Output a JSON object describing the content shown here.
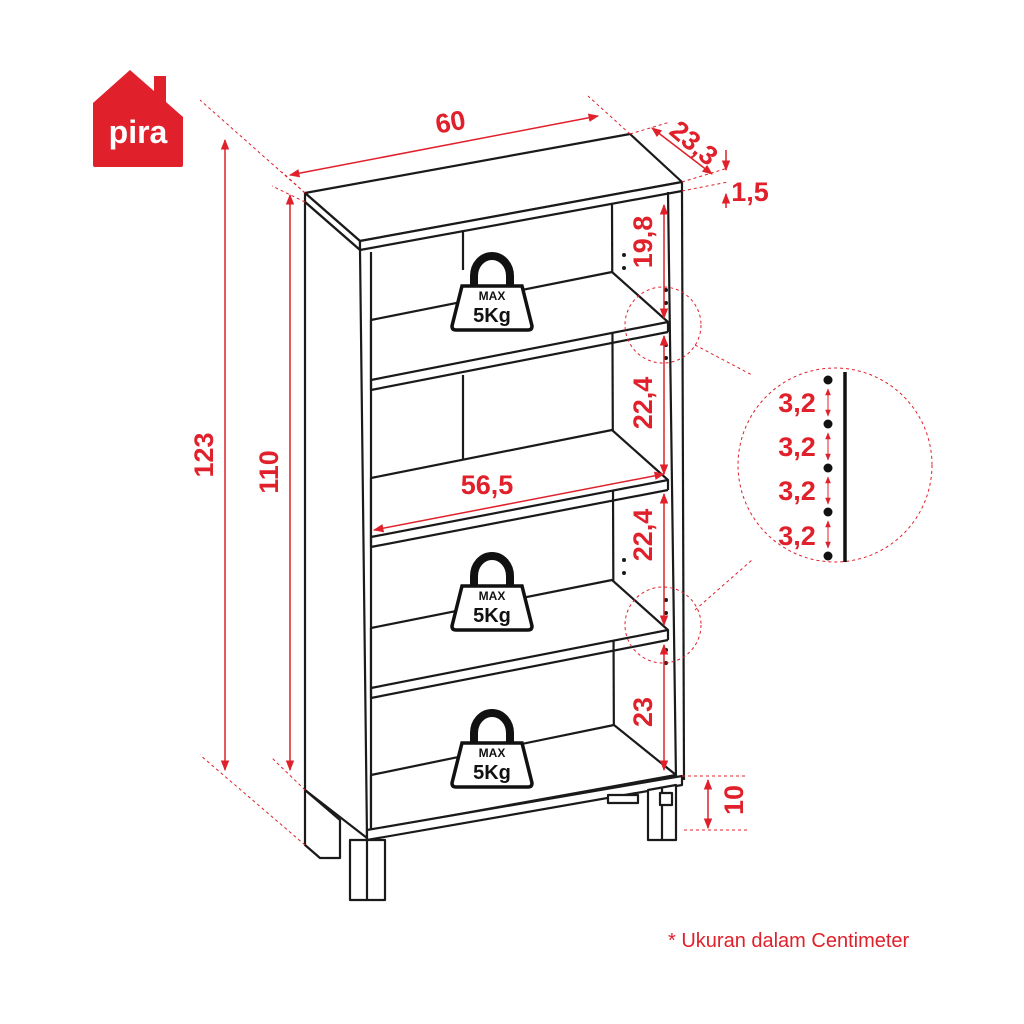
{
  "brand": {
    "name": "pira",
    "color": "#e0202a"
  },
  "dimensions": {
    "width": "60",
    "depth": "23,3",
    "top_thickness": "1,5",
    "total_height": "123",
    "body_height": "110",
    "inner_width": "56,5",
    "shelf_gap_1": "19,8",
    "shelf_gap_2": "22,4",
    "shelf_gap_3": "22,4",
    "shelf_gap_4": "23",
    "leg_height": "10"
  },
  "hole_spacing": [
    "3,2",
    "3,2",
    "3,2",
    "3,2"
  ],
  "weight_labels": [
    {
      "max": "MAX",
      "load": "5Kg"
    },
    {
      "max": "MAX",
      "load": "5Kg"
    },
    {
      "max": "MAX",
      "load": "5Kg"
    }
  ],
  "note": "* Ukuran dalam Centimeter",
  "colors": {
    "accent": "#e0202a",
    "line": "#1a1a1a",
    "background": "#ffffff"
  },
  "icons": [
    "house-logo-icon",
    "weight-icon",
    "arrow-icon"
  ]
}
